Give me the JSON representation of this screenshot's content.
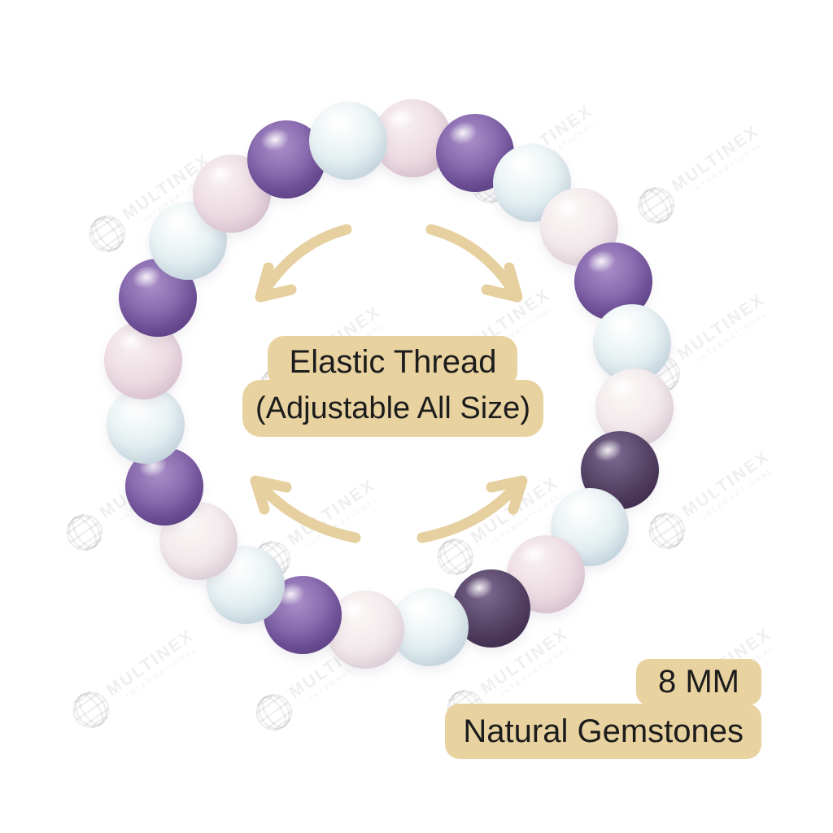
{
  "labels": {
    "center_line1": "Elastic Thread",
    "center_line2": "(Adjustable All Size)",
    "size_line1": "8 MM",
    "size_line2": "Natural Gemstones"
  },
  "watermark": {
    "name": "MULTINEX",
    "subtitle": "INTERNATIONAL",
    "icon": "globe-icon"
  },
  "colors": {
    "background": "#ffffff",
    "label_background": "#e8d2a0",
    "arrow": "#e6d09f",
    "text": "#1c1c1c",
    "amethyst": "#6a4c93",
    "amethyst_dark": "#443151",
    "rose_quartz": "#eedee4",
    "opalite": "#d3e4e9"
  },
  "bracelet": {
    "bead_count": 24,
    "pattern_repeat": [
      "rose-quartz",
      "amethyst",
      "opalite"
    ],
    "beads": [
      "rose",
      "amethyst",
      "opalite",
      "rose-light",
      "amethyst",
      "opalite",
      "rose-light",
      "amethyst-dark",
      "opalite",
      "rose",
      "amethyst-dark",
      "opalite",
      "rose-light",
      "amethyst",
      "opalite",
      "rose-light",
      "amethyst",
      "opalite",
      "rose",
      "amethyst",
      "opalite",
      "rose",
      "amethyst",
      "opalite"
    ]
  }
}
